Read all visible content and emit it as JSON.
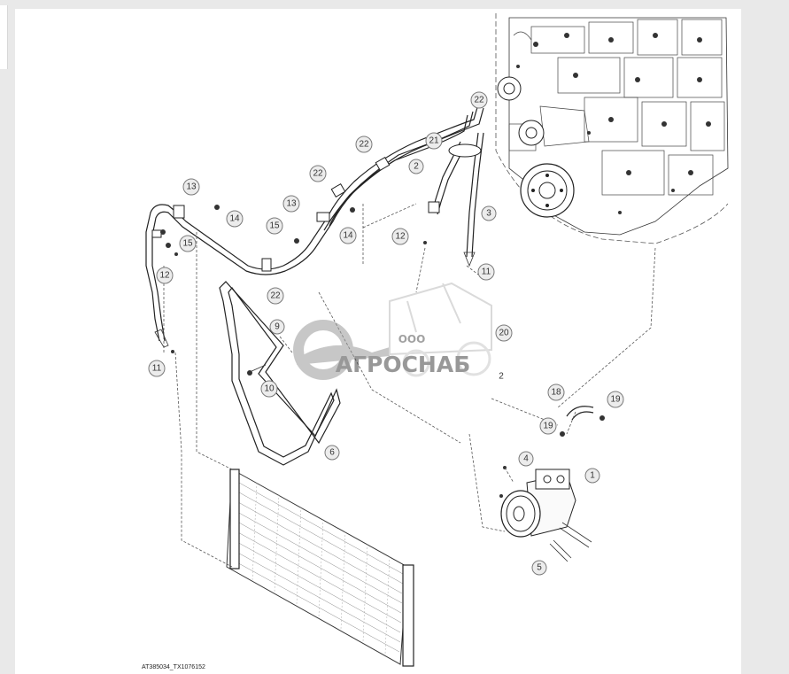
{
  "diagram": {
    "reference_code": "AT385034_TX1076152",
    "callouts": [
      {
        "num": "1"
      },
      {
        "num": "2"
      },
      {
        "num": "3"
      },
      {
        "num": "4"
      },
      {
        "num": "5"
      },
      {
        "num": "6"
      },
      {
        "num": "9"
      },
      {
        "num": "10"
      },
      {
        "num": "11"
      },
      {
        "num": "11"
      },
      {
        "num": "12"
      },
      {
        "num": "12"
      },
      {
        "num": "13"
      },
      {
        "num": "13"
      },
      {
        "num": "14"
      },
      {
        "num": "14"
      },
      {
        "num": "15"
      },
      {
        "num": "15"
      },
      {
        "num": "18"
      },
      {
        "num": "19"
      },
      {
        "num": "19"
      },
      {
        "num": "20"
      },
      {
        "num": "21"
      },
      {
        "num": "22"
      },
      {
        "num": "22"
      },
      {
        "num": "22"
      },
      {
        "num": "22"
      },
      {
        "num": "2"
      }
    ]
  },
  "watermark": {
    "company_type": "ООО",
    "brand": "АГРОСНАБ"
  }
}
